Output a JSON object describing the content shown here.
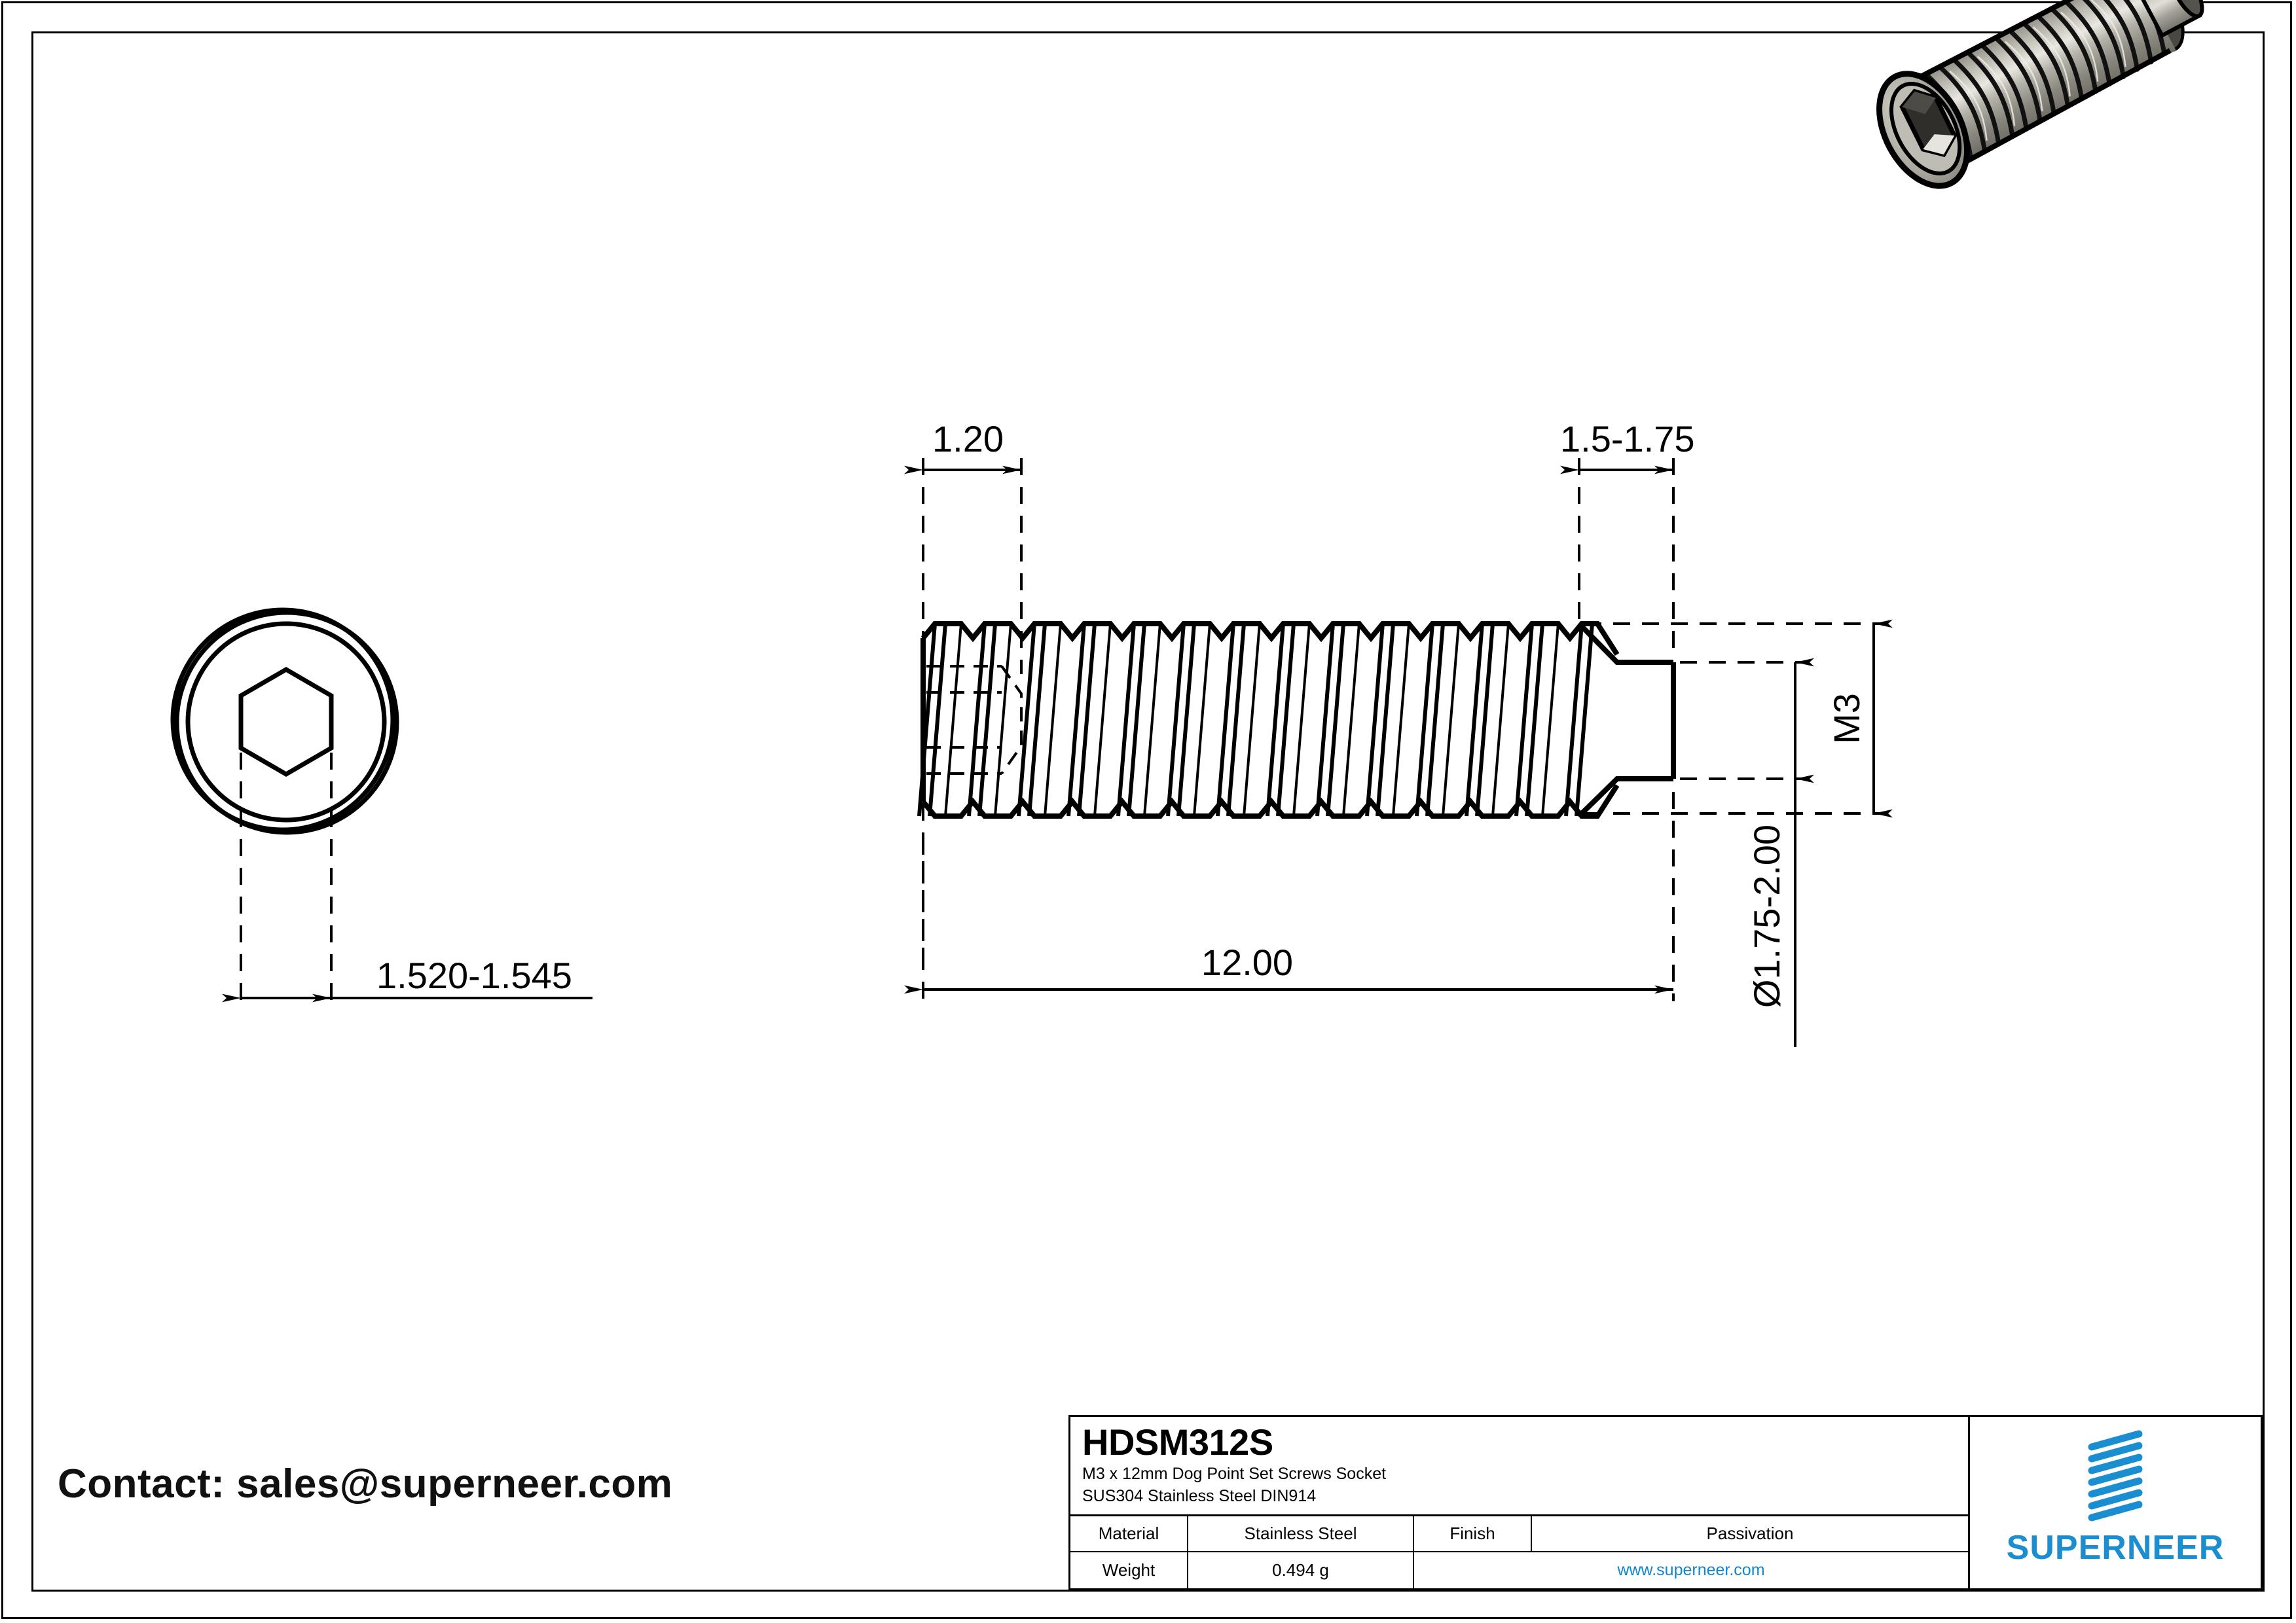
{
  "drawing": {
    "part_number": "HDSM312S",
    "description_line1": "M3 x 12mm Dog Point Set Screws Socket",
    "description_line2": "SUS304 Stainless Steel DIN914",
    "dimensions": {
      "socket_depth": "1.20",
      "dog_point_length": "1.5-1.75",
      "hex_socket_across_flats": "1.520-1.545",
      "overall_length": "12.00",
      "thread_size": "M3",
      "dog_point_diameter": "Ø1.75-2.00"
    }
  },
  "title_block": {
    "material_label": "Material",
    "material_value": "Stainless Steel",
    "finish_label": "Finish",
    "finish_value": "Passivation",
    "weight_label": "Weight",
    "weight_value": "0.494 g",
    "website": "www.superneer.com"
  },
  "branding": {
    "logo_text": "SUPERNEER",
    "logo_color": "#1b8ed1",
    "contact": "Contact: sales@superneer.com"
  },
  "colors": {
    "line": "#000000",
    "accent": "#1b8ed1",
    "link": "#0f86cf",
    "metal_light": "#c9c6bd",
    "metal_mid": "#a9a69c",
    "metal_dark": "#807d74",
    "socket_dark": "#3b3b38"
  }
}
